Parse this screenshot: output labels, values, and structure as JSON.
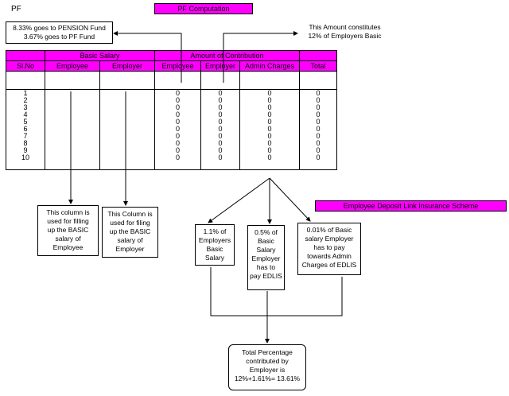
{
  "doc_label": "PF",
  "title": "PF Computation",
  "note_left": [
    "8.33% goes to PENSION Fund",
    "3.67% goes to PF Fund"
  ],
  "note_right": [
    "This Amount constitutes",
    "12% of Employers Basic"
  ],
  "table": {
    "group_basic": "Basic Salary",
    "group_amount": "Amount of Contribution",
    "col_slno": "Sl.No",
    "col_employee": "Employee",
    "col_employer": "Employer",
    "col_emp2": "Employee",
    "col_empr2": "Employer",
    "col_admin": "Admin Charges",
    "col_total": "Total",
    "rows": [
      {
        "sl": "1",
        "a": "0",
        "b": "0",
        "c": "0",
        "t": "0"
      },
      {
        "sl": "2",
        "a": "0",
        "b": "0",
        "c": "0",
        "t": "0"
      },
      {
        "sl": "3",
        "a": "0",
        "b": "0",
        "c": "0",
        "t": "0"
      },
      {
        "sl": "4",
        "a": "0",
        "b": "0",
        "c": "0",
        "t": "0"
      },
      {
        "sl": "5",
        "a": "0",
        "b": "0",
        "c": "0",
        "t": "0"
      },
      {
        "sl": "6",
        "a": "0",
        "b": "0",
        "c": "0",
        "t": "0"
      },
      {
        "sl": "7",
        "a": "0",
        "b": "0",
        "c": "0",
        "t": "0"
      },
      {
        "sl": "8",
        "a": "0",
        "b": "0",
        "c": "0",
        "t": "0"
      },
      {
        "sl": "9",
        "a": "0",
        "b": "0",
        "c": "0",
        "t": "0"
      },
      {
        "sl": "10",
        "a": "0",
        "b": "0",
        "c": "0",
        "t": "0"
      }
    ]
  },
  "edlis_title": "Employee Deposit Link Insurance Scheme",
  "box_employee": [
    "This column is",
    "used for filling",
    "up the BASIC",
    "salary of",
    "Employee"
  ],
  "box_employer": [
    "This Column is",
    "used for filing",
    "up the BASIC",
    "salary of",
    "Employer"
  ],
  "box_1": [
    "1.1% of",
    "Employers",
    "Basic",
    "Salary"
  ],
  "box_2": [
    "0.5% of",
    "Basic",
    "Salary",
    "Employer",
    "has to",
    "pay EDLIS"
  ],
  "box_3": [
    "0.01% of Basic",
    "salary Employer",
    "has to pay",
    "towards Admin",
    "Charges of EDLIS"
  ],
  "box_total": [
    "Total Percentage",
    "contributed by",
    "Employer is",
    "12%+1.61%= 13.61%"
  ]
}
